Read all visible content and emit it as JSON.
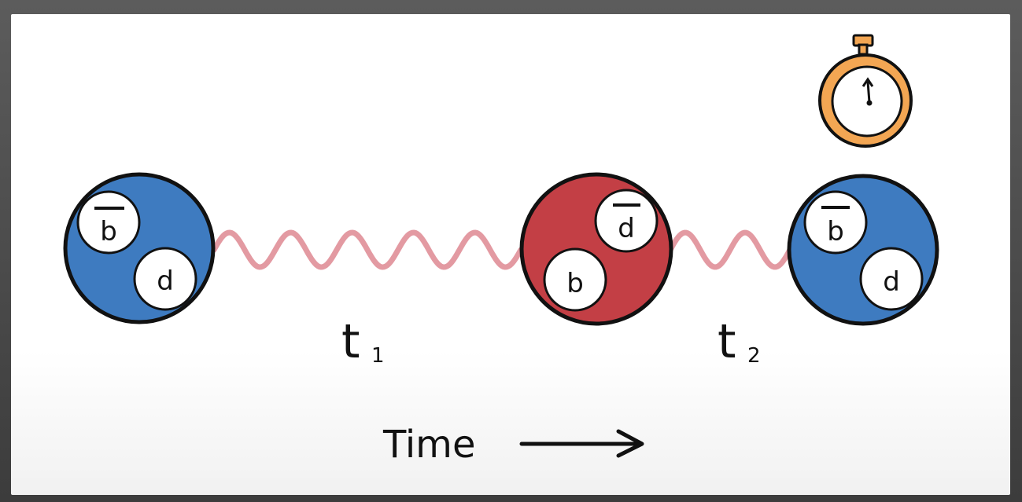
{
  "diagram": {
    "colors": {
      "meson_blue": "#3e7bc0",
      "meson_red": "#c33f45",
      "wave": "#e39aa2",
      "stopwatch": "#f3a653",
      "outline": "#111111"
    },
    "mesons": [
      {
        "color_name": "blue",
        "top_quark": "b",
        "top_bar": true,
        "bottom_quark": "d",
        "bottom_bar": false
      },
      {
        "color_name": "red",
        "top_quark": "d",
        "top_bar": true,
        "bottom_quark": "b",
        "bottom_bar": false
      },
      {
        "color_name": "blue",
        "top_quark": "b",
        "top_bar": true,
        "bottom_quark": "d",
        "bottom_bar": false
      }
    ],
    "intervals": [
      {
        "label": "t",
        "sub": "1"
      },
      {
        "label": "t",
        "sub": "2"
      }
    ],
    "time_label": "Time",
    "icons": [
      "stopwatch-icon",
      "arrow-right-icon"
    ]
  }
}
